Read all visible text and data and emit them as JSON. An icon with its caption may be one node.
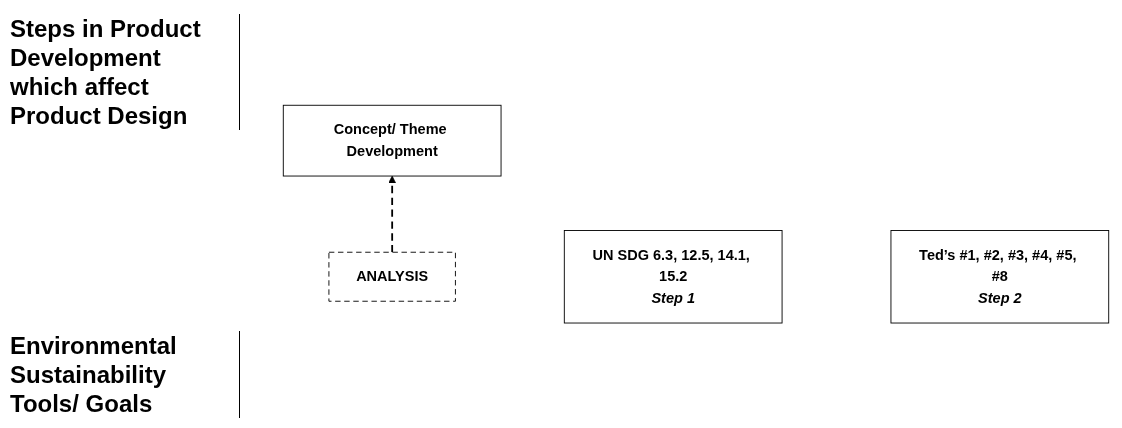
{
  "diagram": {
    "nodes": [
      {
        "text": [
          "Concept/ Theme Development"
        ]
      },
      {
        "text": [
          "ANALYSIS"
        ]
      },
      {
        "text": [
          "UN SDG 6.3, 12.5, 14.1, 15.2",
          "Step 1"
        ]
      },
      {
        "text": [
          "Ted’s #1, #2, #3, #4, #5, #8",
          "Step 2"
        ]
      }
    ],
    "edges": [
      {
        "from": 1,
        "to": 0,
        "arrow": "to",
        "style": "dashed"
      }
    ],
    "labels": [
      "Steps in Product Development which affect Product Design",
      "Environmental Sustainability Tools/ Goals"
    ]
  }
}
